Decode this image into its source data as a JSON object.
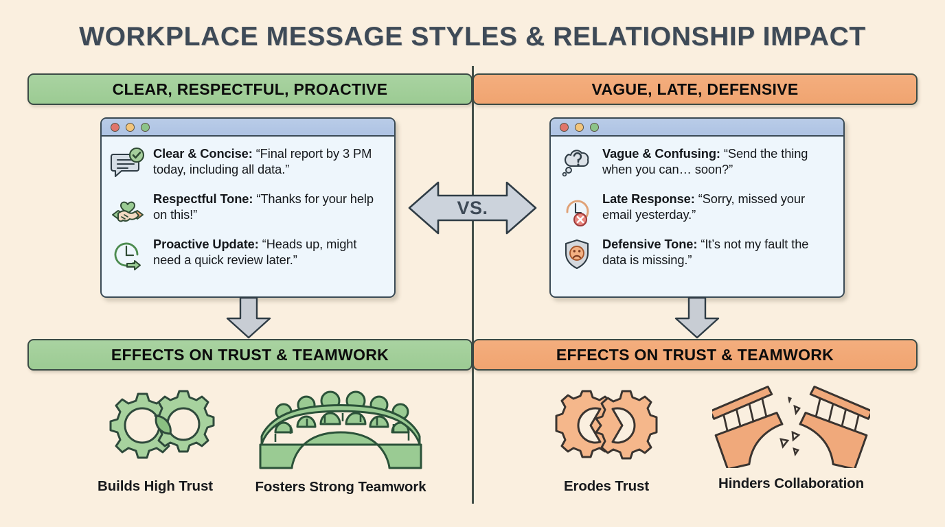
{
  "title": "WORKPLACE MESSAGE STYLES & RELATIONSHIP IMPACT",
  "center": {
    "vs_label": "VS."
  },
  "colors": {
    "background": "#faefdf",
    "title_text": "#3e4a57",
    "green_banner": "#a3cf9a",
    "orange_banner": "#f2a974",
    "banner_border": "#3a4a45",
    "card_background": "#eef6fc",
    "card_titlebar": "#b1c5e4",
    "divider": "#33413c",
    "arrow_grey": "#c8cdd4",
    "green_icon": "#9acb93",
    "orange_icon": "#f3b183"
  },
  "left": {
    "banner": "CLEAR, RESPECTFUL, PROACTIVE",
    "effects_banner": "EFFECTS ON TRUST & TEAMWORK",
    "messages": [
      {
        "icon": "chat-bubble-check-icon",
        "label": "Clear & Concise:",
        "quote": "“Final report by 3 PM today, including all data.”"
      },
      {
        "icon": "handshake-heart-icon",
        "label": "Respectful Tone:",
        "quote": "“Thanks for your help on this!”"
      },
      {
        "icon": "clock-forward-arrow-icon",
        "label": "Proactive Update:",
        "quote": "“Heads up, might need a quick review later.”"
      }
    ],
    "outcomes": [
      {
        "icon": "linked-gears-icon",
        "caption": "Builds High Trust"
      },
      {
        "icon": "intact-bridge-people-icon",
        "caption": "Fosters Strong Teamwork"
      }
    ]
  },
  "right": {
    "banner": "VAGUE, LATE, DEFENSIVE",
    "effects_banner": "EFFECTS ON TRUST & TEAMWORK",
    "messages": [
      {
        "icon": "thought-cloud-question-icon",
        "label": "Vague & Confusing:",
        "quote": "“Send the thing when you can… soon?”"
      },
      {
        "icon": "clock-red-x-icon",
        "label": "Late Response:",
        "quote": "“Sorry, missed your email yesterday.”"
      },
      {
        "icon": "shield-sad-face-icon",
        "label": "Defensive Tone:",
        "quote": "“It’s not my fault the data is missing.”"
      }
    ],
    "outcomes": [
      {
        "icon": "broken-gears-icon",
        "caption": "Erodes Trust"
      },
      {
        "icon": "broken-bridge-icon",
        "caption": "Hinders Collaboration"
      }
    ]
  }
}
